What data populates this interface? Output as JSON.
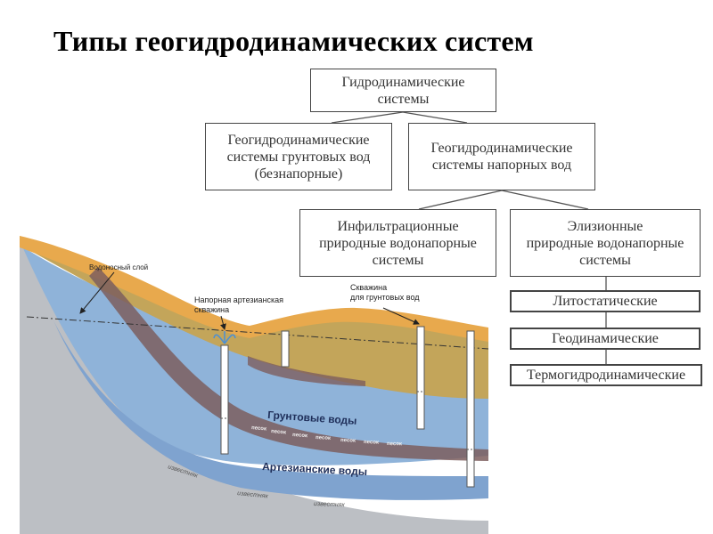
{
  "title": "Типы геогидродинамических систем",
  "tree": {
    "root": [
      "Гидродинамические",
      "системы"
    ],
    "groundwater": [
      "Геогидродинамические",
      "системы грунтовых вод",
      "(безнапорные)"
    ],
    "pressure": [
      "Геогидродинамические",
      "системы напорных вод"
    ],
    "infiltration": [
      "Инфильтрационные",
      "природные водонапорные",
      "системы"
    ],
    "elision": [
      "Элизионные",
      "природные водонапорные",
      "системы"
    ],
    "elision_types": [
      "Литостатические",
      "Геодинамические",
      "Термогидродинамические"
    ]
  },
  "illustration": {
    "aquifer_label": "Водоносный слой",
    "artesian_well_label": [
      "Напорная артезианская",
      "скважина"
    ],
    "groundwater_well_label": [
      "Скважина",
      "для грунтовых вод"
    ],
    "groundwater_label": "Грунтовые воды",
    "artesian_label": "Артезианские воды",
    "sand_label": "песок",
    "limestone_label": "известняк"
  }
}
